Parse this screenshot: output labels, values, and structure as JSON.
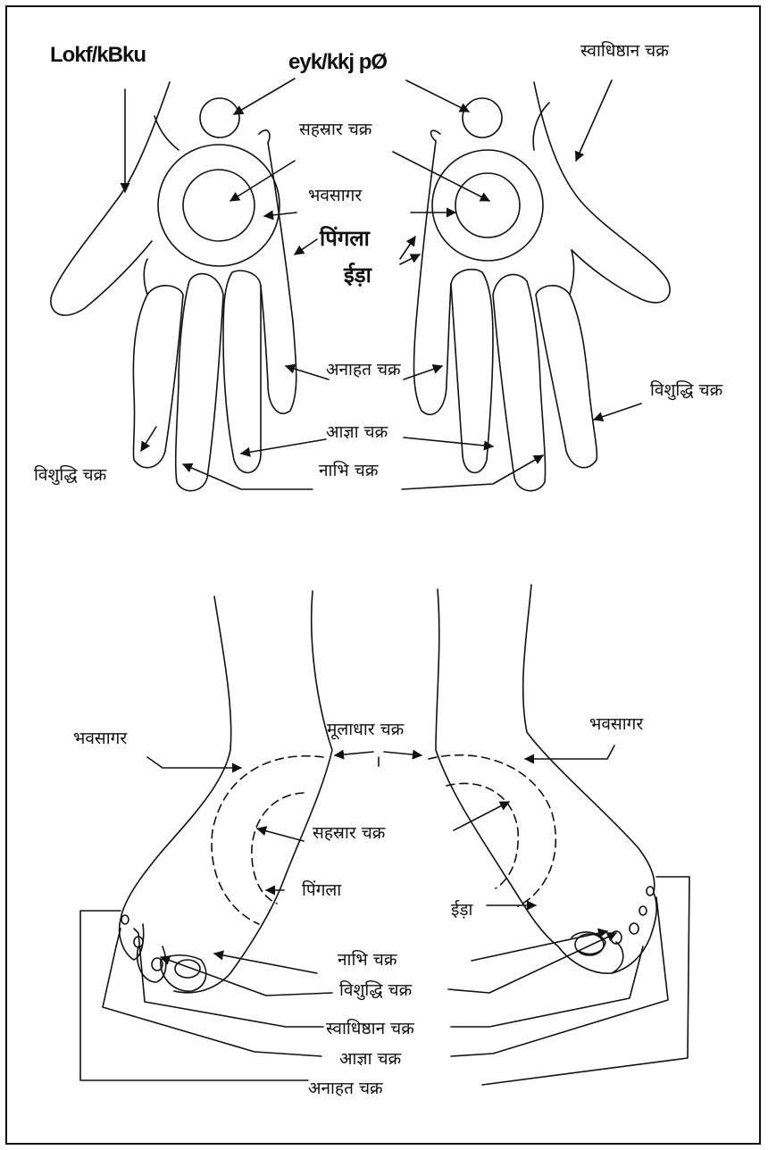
{
  "hands": {
    "left_label": "Lokf/kBku",
    "center_label": "eyk/kkj pØ",
    "svadhishthana_top": "स्वाधिष्ठान चक्र",
    "sahasrara": "सहस्रार चक्र",
    "bhavasagar": "भवसागर",
    "pingala": "पिंगला",
    "ida": "ईड़ा",
    "anahat": "अनाहत चक्र",
    "vishuddhi_right": "विशुद्धि चक्र",
    "agnya": "आज्ञा चक्र",
    "vishuddhi_left": "विशुद्धि चक्र",
    "nabhi": "नाभि चक्र"
  },
  "feet": {
    "bhavasagar_left": "भवसागर",
    "mooladhara": "मूलाधार चक्र",
    "bhavasagar_right": "भवसागर",
    "sahasrara": "सहस्रार चक्र",
    "pingala": "पिंगला",
    "ida": "ईड़ा",
    "nabhi": "नाभि चक्र",
    "vishuddhi": "विशुद्धि चक्र",
    "svadhishthana": "स्वाधिष्ठान चक्र",
    "agnya": "आज्ञा चक्र",
    "anahat": "अनाहत चक्र"
  }
}
